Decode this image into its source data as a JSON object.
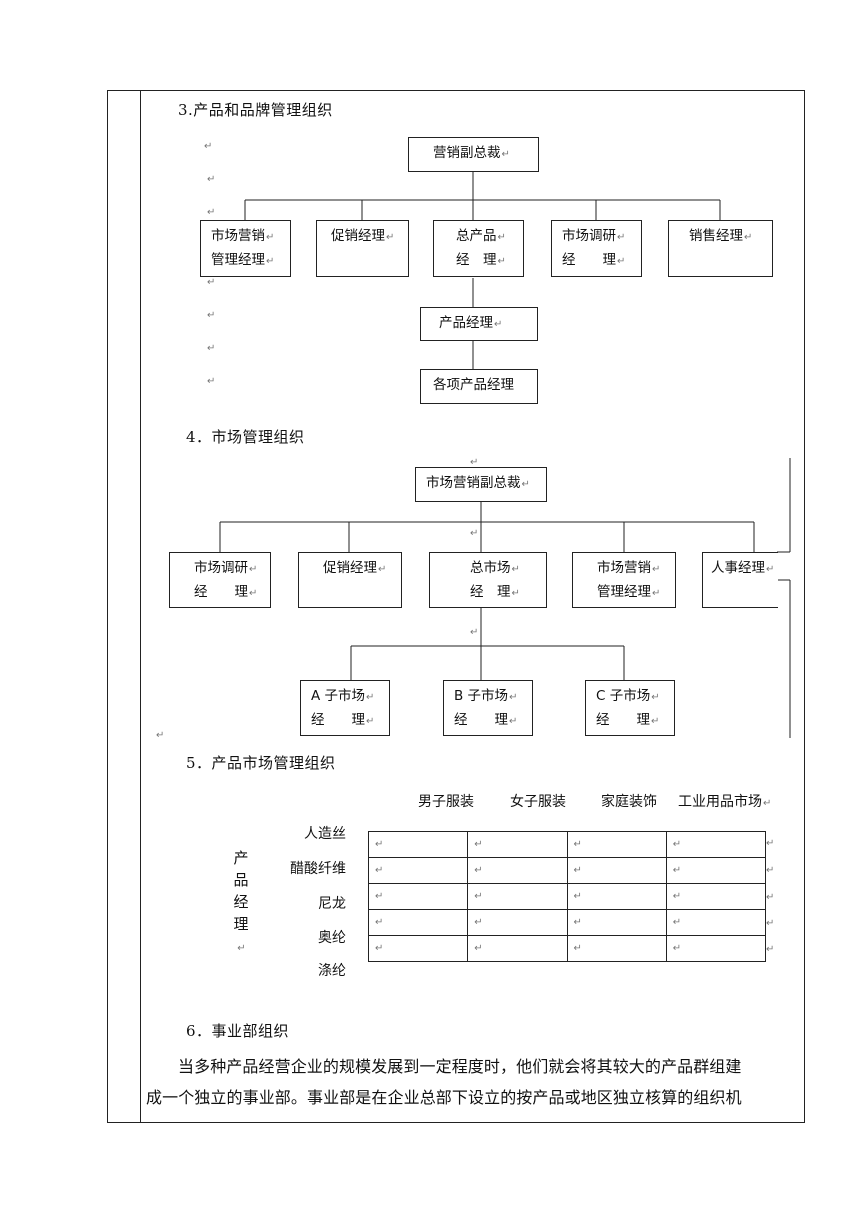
{
  "section3": {
    "heading": "3.产品和品牌管理组织",
    "top": "营销副总裁",
    "boxes": [
      {
        "l1": "市场营销",
        "l2": "管理经理"
      },
      {
        "l1": "促销经理",
        "l2": ""
      },
      {
        "l1": "总产品",
        "l2": "经　理"
      },
      {
        "l1": "市场调研",
        "l2": "经　　理"
      },
      {
        "l1": "销售经理",
        "l2": ""
      }
    ],
    "product_manager": "产品经理",
    "item_managers": "各项产品经理"
  },
  "section4": {
    "heading": "4．市场管理组织",
    "top": "市场营销副总裁",
    "boxes": [
      {
        "l1": "市场调研",
        "l2": "经　　理"
      },
      {
        "l1": "促销经理",
        "l2": ""
      },
      {
        "l1": "总市场",
        "l2": "经　理"
      },
      {
        "l1": "市场营销",
        "l2": "管理经理"
      },
      {
        "l1": "人事经理",
        "l2": ""
      }
    ],
    "sub": [
      {
        "l1": "A 子市场",
        "l2": "经　　理"
      },
      {
        "l1": "B 子市场",
        "l2": "经　　理"
      },
      {
        "l1": "C 子市场",
        "l2": "经　　理"
      }
    ]
  },
  "section5": {
    "heading": "5．产品市场管理组织",
    "columns": [
      "男子服装",
      "女子服装",
      "家庭装饰",
      "工业用品市场"
    ],
    "vertical_label": [
      "产",
      "品",
      "经",
      "理"
    ],
    "rows": [
      "人造丝",
      "醋酸纤维",
      "尼龙",
      "奥纶",
      "涤纶"
    ]
  },
  "section6": {
    "heading": "6．事业部组织",
    "para_line1": "当多种产品经营企业的规模发展到一定程度时，他们就会将其较大的产品群组建",
    "para_line2": "成一个独立的事业部。事业部是在企业总部下设立的按产品或地区独立核算的组织机"
  },
  "marks": {
    "return": "↵"
  }
}
